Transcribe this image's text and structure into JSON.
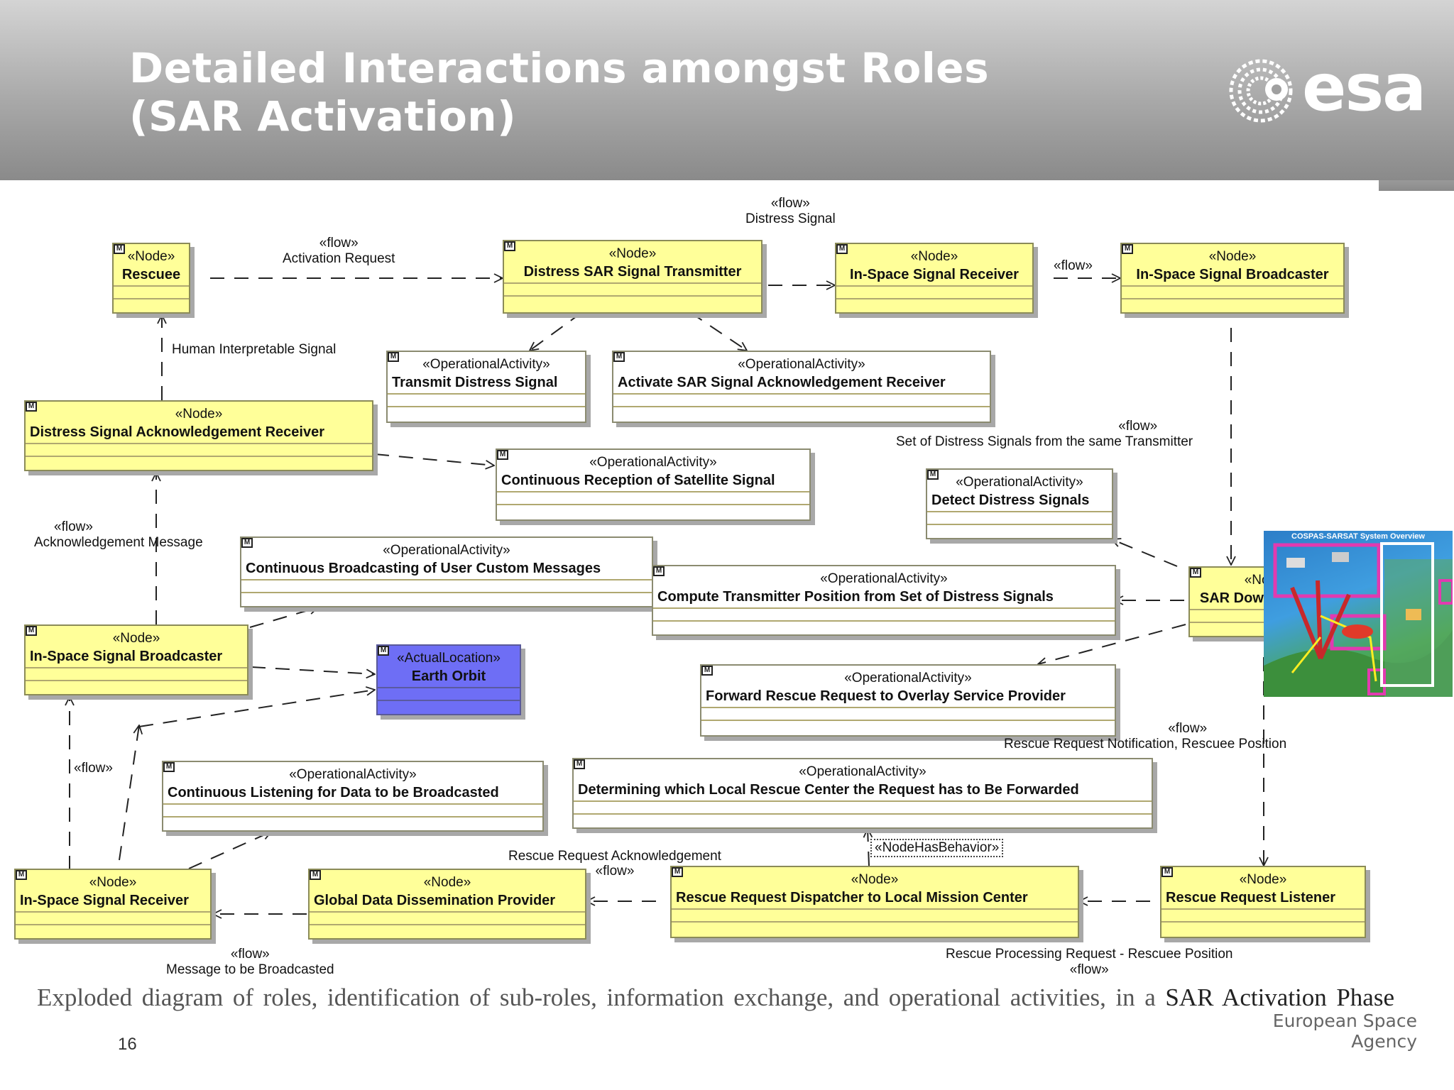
{
  "slide": {
    "title_line1": "Detailed Interactions amongst Roles",
    "title_line2": "(SAR Activation)",
    "logo_text": "esa",
    "caption_main": "Exploded diagram of roles, identification of sub-roles, information exchange, and operational activities, in a",
    "caption_emphasis": "SAR Activation Phase",
    "agency": "European Space Agency",
    "page_number": "16"
  },
  "stereotypes": {
    "node": "«Node»",
    "activity": "«OperationalActivity»",
    "location": "«ActualLocation»",
    "flow": "«flow»",
    "node_has_behavior": "«NodeHasBehavior»"
  },
  "nodes": {
    "rescuee": "Rescuee",
    "distress_tx": "Distress SAR Signal Transmitter",
    "inspace_rx_top": "In-Space Signal Receiver",
    "inspace_bc_top": "In-Space Signal Broadcaster",
    "ack_receiver": "Distress Signal Acknowledgement Receiver",
    "inspace_bc_left": "In-Space Signal Broadcaster",
    "sar_downlink": "SAR Downlink Node",
    "inspace_rx_bottom": "In-Space Signal Receiver",
    "global_data": "Global Data Dissemination Provider",
    "dispatcher": "Rescue Request Dispatcher to Local Mission Center",
    "listener": "Rescue Request Listener"
  },
  "location": {
    "earth_orbit": "Earth Orbit"
  },
  "activities": {
    "transmit": "Transmit Distress Signal",
    "activate_ack": "Activate SAR Signal Acknowledgement Receiver",
    "continuous_reception": "Continuous Reception of Satellite Signal",
    "detect": "Detect Distress Signals",
    "broadcasting": "Continuous Broadcasting of User Custom Messages",
    "compute_position": "Compute Transmitter Position from Set of Distress Signals",
    "forward_request": "Forward Rescue Request to Overlay Service Provider",
    "listening": "Continuous Listening for Data to be Broadcasted",
    "determining": "Determining which Local Rescue Center the Request has to Be Forwarded"
  },
  "flows": {
    "activation_request": "Activation Request",
    "distress_signal": "Distress Signal",
    "human_signal": "Human Interpretable Signal",
    "set_of_signals": "Set of Distress Signals from the same Transmitter",
    "ack_message": "Acknowledgement Message",
    "notification": "Rescue Request Notification, Rescuee Position",
    "rescue_ack": "Rescue Request Acknowledgement",
    "message_broadcast": "Message to be Broadcasted",
    "processing_request": "Rescue Processing Request - Rescuee Position"
  },
  "thumbnail": {
    "title": "COSPAS-SARSAT System Overview"
  },
  "colors": {
    "node_fill": "#ffff99",
    "location_fill": "#6e6ef5",
    "activity_fill": "#ffffff",
    "header_gray": "#a9a9a9"
  }
}
